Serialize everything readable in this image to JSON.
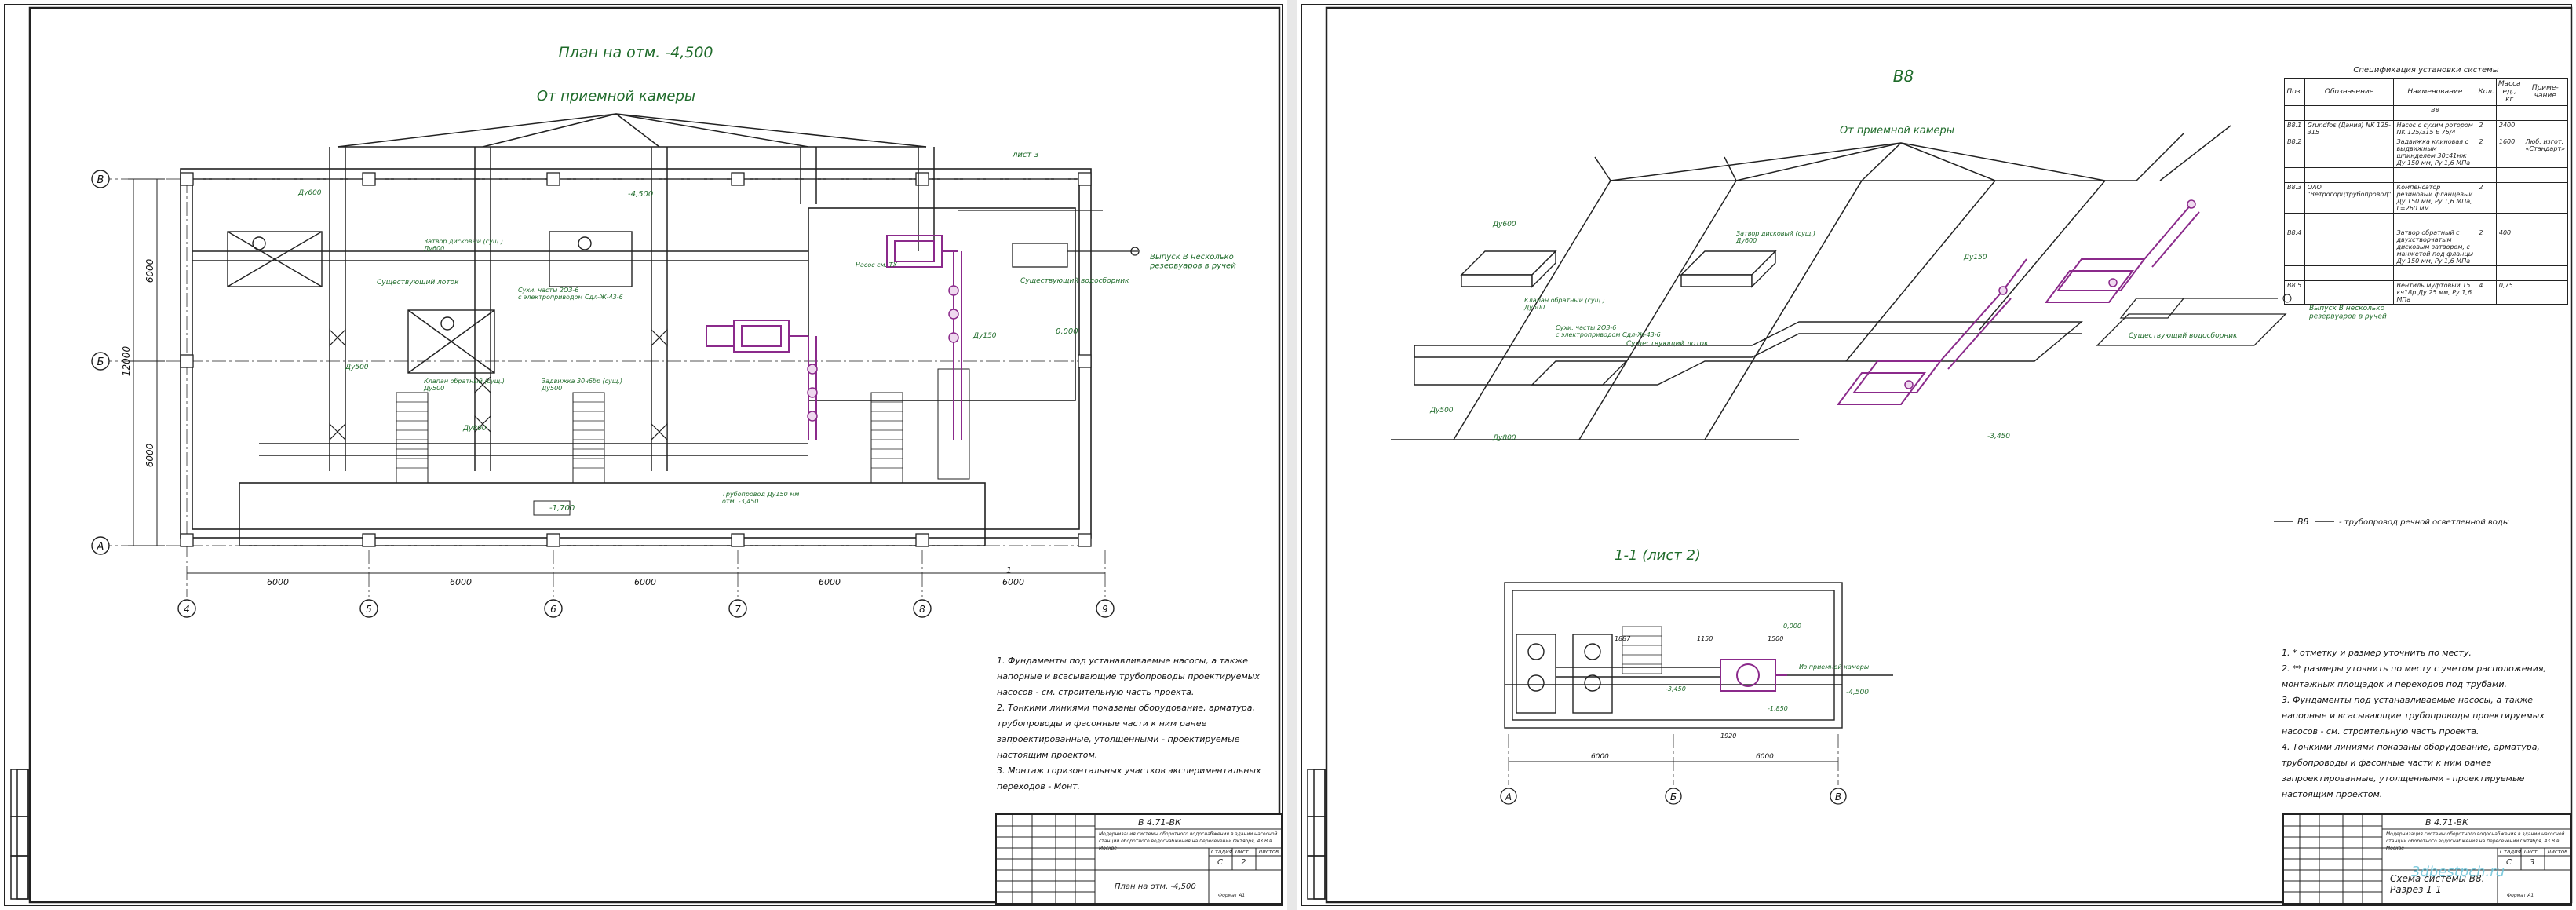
{
  "left_sheet": {
    "title": "План на отм. -4,500",
    "subtitle": "От приемной камеры",
    "axes_rows": [
      "В",
      "Б",
      "А"
    ],
    "axes_cols": [
      "4",
      "5",
      "6",
      "7",
      "8",
      "9"
    ],
    "dims_vertical": [
      "6000",
      "6000",
      "12000"
    ],
    "dims_horizontal": [
      "6000",
      "6000",
      "6000",
      "6000",
      "6000"
    ],
    "labels": {
      "collector": "Существующий лоток",
      "grate1": "Сухи. часты 2ОЗ-6\nс электроприводом Сдл-Ж-43-6",
      "valve1": "Затвор дисковый (сущ.)\nДу600",
      "valve2": "Задвижка 30ч6бр (сущ.)\nДу500",
      "check": "Клапан обратный (сущ.)\nДу500",
      "mark_450": "-4,500",
      "mark_000": "0,000",
      "mark_1700": "-1,700",
      "exit": "Выпуск В несколько\nрезервуаров в ручей",
      "pump_note": "Насос см. ТХ",
      "pipe_d150": "Ду150",
      "pipe_d600": "Ду600",
      "pipe_d500": "Ду500",
      "pipe_d800": "Ду800",
      "sheet3": "лист 3",
      "bottom_pipe": "Трубопровод Ду150 мм\nотм. -3,450",
      "reservoir": "Существующий водосборник",
      "section_mark": "1"
    },
    "notes": [
      "1. Фундаменты под устанавливаемые насосы, а также напорные и всасывающие трубопроводы проектируемых насосов - см. строительную часть проекта.",
      "2. Тонкими линиями показаны оборудование, арматура, трубопроводы и фасонные части к ним ранее запроектированные, утолщенными - проектируемые настоящим проектом.",
      "3. Монтаж горизонтальных участков экспериментальных переходов - Монт."
    ],
    "title_block": {
      "code": "В 4.71-ВК",
      "project": "Модернизация системы оборотного водоснабжения в здании насосной станции оборотного водоснабжения на пересечении Октября, 43 В в Москве",
      "stage": "С",
      "sheet": "2",
      "sheets": "",
      "drawing_name": "План на отм. -4,500",
      "format": "Формат А1",
      "head_stage": "Стадия",
      "head_sheet": "Лист",
      "head_sheets": "Листов"
    }
  },
  "right_sheet": {
    "title": "В8",
    "subtitle": "От приемной камеры",
    "section_title": "1-1 (лист 2)",
    "section_axes": [
      "А",
      "Б",
      "В"
    ],
    "section_dims": [
      "1887",
      "1150",
      "1500",
      "1920",
      "6000",
      "6000"
    ],
    "section_labels": {
      "chamber": "Из приемной камеры",
      "mark1": "-4,500",
      "mark2": "-3,450",
      "mark3": "-1,850",
      "mark4": "0,000"
    },
    "legend_code": "В8",
    "legend_text": "- трубопровод речной осветленной воды",
    "iso_labels": {
      "collector": "Существующий лоток",
      "reservoir": "Существующий водосборник",
      "exit": "Выпуск В несколько\nрезервуаров в ручей",
      "grate": "Сухи. часты 2ОЗ-6\nс электроприводом Сдл-Ж-43-6",
      "check": "Клапан обратный (сущ.)\nДу500",
      "valve": "Затвор дисковый (сущ.)\nДу600",
      "d600": "Ду600",
      "d500": "Ду500",
      "d800": "Ду800",
      "d150": "Ду150",
      "mark": "-3,450"
    },
    "spec": {
      "title": "Спецификация установки системы",
      "headers": [
        "Поз.",
        "Обозначение",
        "Наименование",
        "Кол.",
        "Масса ед., кг",
        "Приме-чание"
      ],
      "rows": [
        [
          "",
          "",
          "В8",
          "",
          "",
          ""
        ],
        [
          "В8.1",
          "Grundfos (Дания) NK 125-315",
          "Насос с сухим ротором NK 125/315 E 75/4",
          "2",
          "2400",
          ""
        ],
        [
          "В8.2",
          "",
          "Задвижка клиновая с выдвижным шпинделем 30с41нж Ду 150 мм, Ру 1,6 МПа",
          "2",
          "1600",
          "Люб. изгот. «Стандарт»"
        ],
        [
          "",
          "",
          "",
          "",
          "",
          ""
        ],
        [
          "В8.3",
          "ОАО \"Ветрогорцтрубопровод\"",
          "Компенсатор резиновый фланцевый Ду 150 мм, Ру 1,6 МПа, L=260 мм",
          "2",
          "",
          ""
        ],
        [
          "",
          "",
          "",
          "",
          "",
          ""
        ],
        [
          "В8.4",
          "",
          "Затвор обратный с двухстворчатым дисковым затвором, с манжетой под фланцы Ду 150 мм, Ру 1,6 МПа",
          "2",
          "400",
          ""
        ],
        [
          "",
          "",
          "",
          "",
          "",
          ""
        ],
        [
          "В8.5",
          "",
          "Вентиль муфтовый 15 кч18р Ду 25 мм, Ру 1,6 МПа",
          "4",
          "0,75",
          ""
        ]
      ]
    },
    "notes": [
      "1. * отметку и размер уточнить по месту.",
      "2. ** размеры уточнить по месту с учетом расположения, монтажных площадок и переходов под трубами.",
      "3. Фундаменты под устанавливаемые насосы, а также напорные и всасывающие трубопроводы проектируемых насосов - см. строительную часть проекта.",
      "4. Тонкими линиями показаны оборудование, арматура, трубопроводы и фасонные части к ним ранее запроектированные, утолщенными - проектируемые настоящим проектом."
    ],
    "title_block": {
      "code": "В 4.71-ВК",
      "project": "Модернизация системы оборотного водоснабжения в здании насосной станции оборотного водоснабжения на пересечении Октября, 43 В в Москве",
      "stage": "С",
      "sheet": "3",
      "sheets": "",
      "drawing_name": "Схема системы В8.\nРазрез 1-1",
      "format": "Формат А1",
      "head_stage": "Стадия",
      "head_sheet": "Лист",
      "head_sheets": "Листов"
    },
    "watermark": "3dbestpch.ru"
  },
  "colors": {
    "line": "#222222",
    "text_green": "#1f6b2a",
    "accent_purple": "#8b2a8b",
    "watermark": "#6cc4d9"
  }
}
